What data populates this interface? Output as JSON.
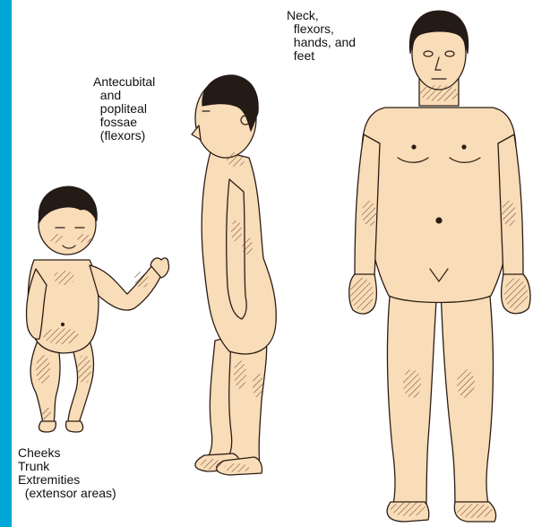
{
  "colors": {
    "accent_bar": "#00a6d6",
    "skin": "#f9dcb8",
    "outline": "#2b1d14",
    "hair": "#241a16",
    "hatch": "#6b4a32"
  },
  "labels": {
    "infant": [
      "Cheeks",
      "Trunk",
      "Extremities",
      "  (extensor areas)"
    ],
    "child": [
      "Antecubital",
      "  and",
      "  popliteal",
      "  fossae",
      "  (flexors)"
    ],
    "adult": [
      "Neck,",
      "  flexors,",
      "  hands, and",
      "  feet"
    ]
  }
}
